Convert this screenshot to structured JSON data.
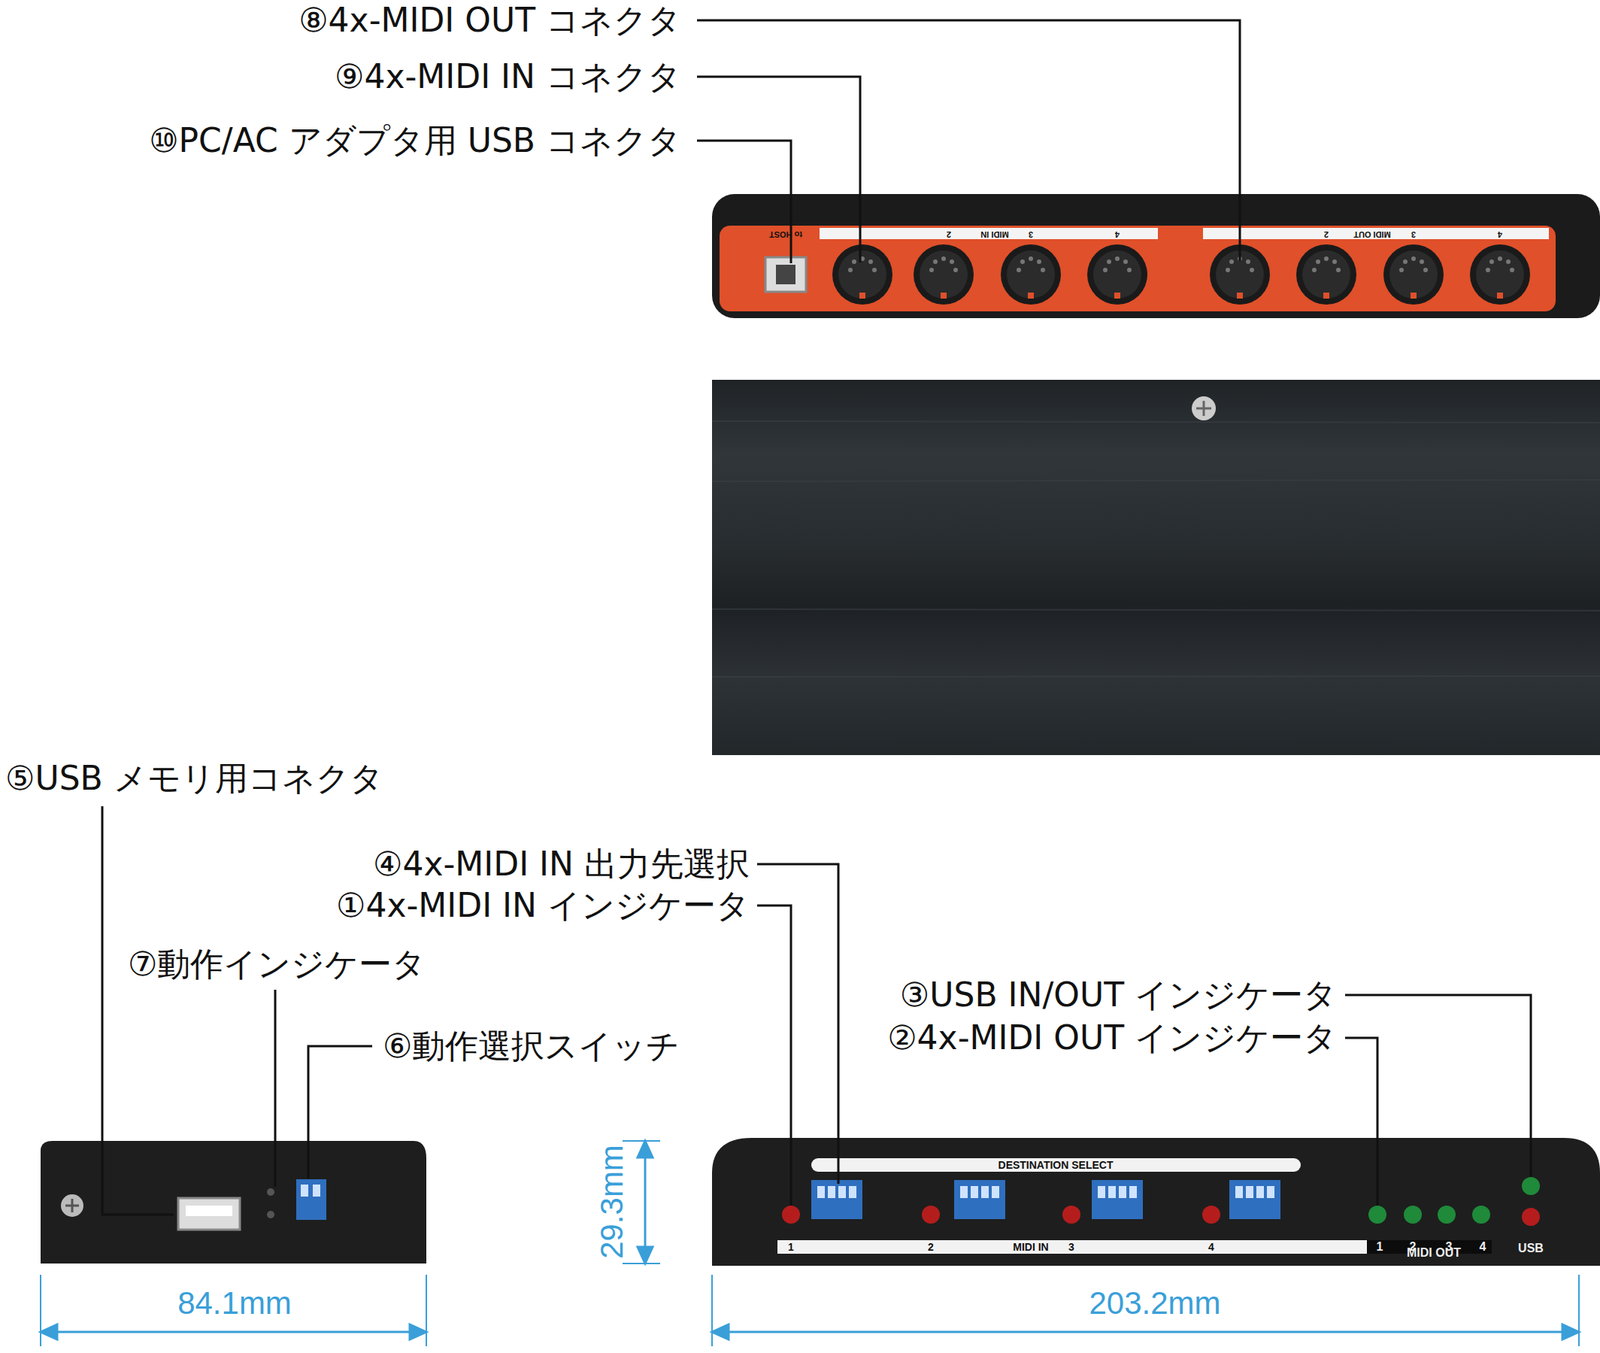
{
  "diagram": {
    "labels": [
      "⑧4x-MIDI OUT コネクタ",
      "⑨4x-MIDI IN コネクタ",
      "⑩PC/AC アダプタ用 USB コネクタ",
      "⑤USB メモリ用コネクタ",
      "④4x-MIDI IN 出力先選択",
      "①4x-MIDI IN インジケータ",
      "⑦動作インジケータ",
      "⑥動作選択スイッチ",
      "③USB IN/OUT インジケータ",
      "②4x-MIDI OUT インジケータ",
      "29.3mm",
      "84.1mm",
      "203.2mm",
      "DESTINATION SELECT",
      "1",
      "2",
      "3",
      "4",
      "MIDI IN",
      "1",
      "2",
      "3",
      "4",
      "MIDI OUT",
      "USB",
      "to HOST",
      "MIDI IN",
      "2",
      "3",
      "4",
      "MIDI OUT",
      "2",
      "3",
      "4"
    ]
  }
}
